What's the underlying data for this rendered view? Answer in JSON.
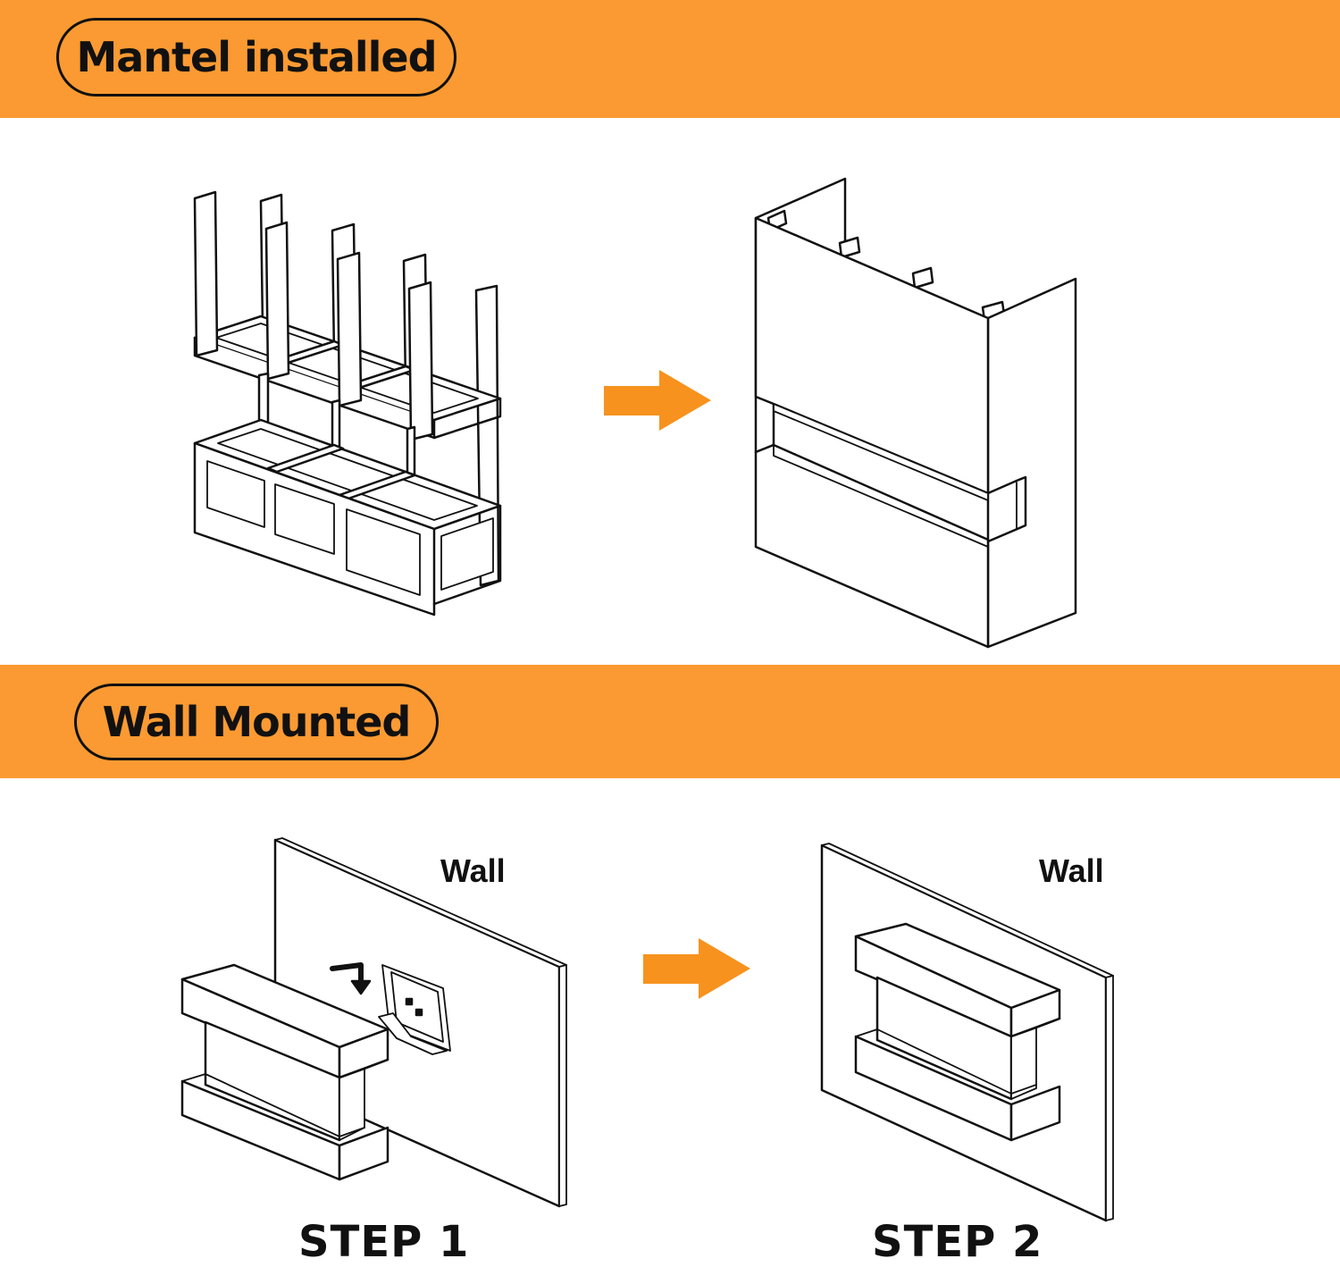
{
  "sections": {
    "mantel": {
      "title": "Mantel installed"
    },
    "wall_mount": {
      "title": "Wall Mounted",
      "step1": {
        "label": "STEP 1",
        "wall_label": "Wall"
      },
      "step2": {
        "label": "STEP 2",
        "wall_label": "Wall"
      }
    }
  },
  "colors": {
    "accent": "#FB9A32",
    "arrow": "#F7921E",
    "outline": "#111111"
  },
  "icons": [
    "frame-icon",
    "mantel-box-icon",
    "right-arrow-icon",
    "wall-bracket-icon",
    "turn-arrow-icon",
    "fireplace-icon"
  ]
}
